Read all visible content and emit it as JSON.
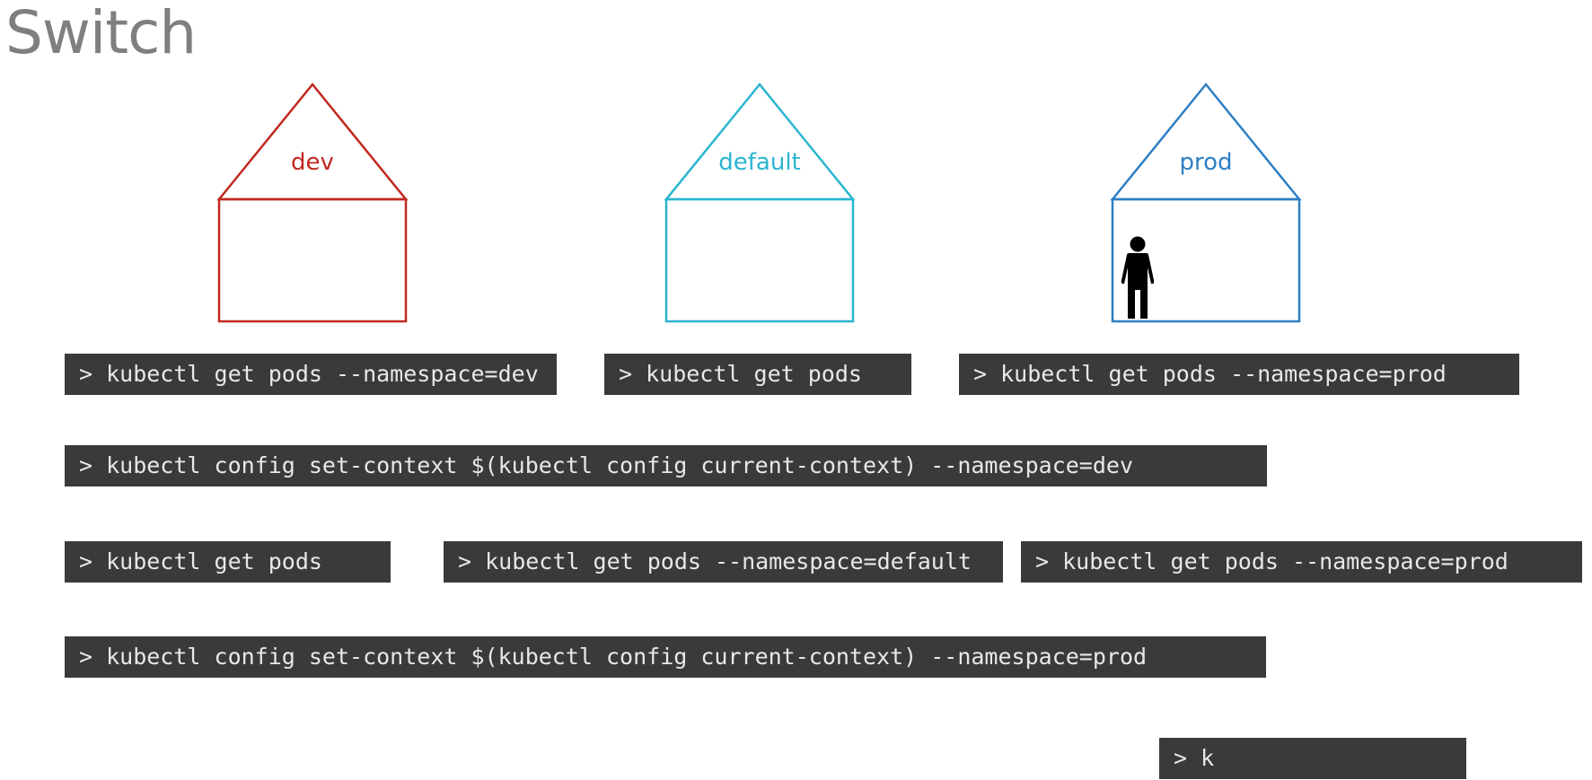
{
  "title": "Switch",
  "namespaces": [
    {
      "id": "dev",
      "label": "dev",
      "color": "#c0281e"
    },
    {
      "id": "default",
      "label": "default",
      "color": "#2ab5cf"
    },
    {
      "id": "prod",
      "label": "prod",
      "color": "#2e7fc4"
    }
  ],
  "user_location": "prod",
  "commands": [
    "> kubectl get pods --namespace=dev",
    "> kubectl get pods",
    "> kubectl get pods --namespace=prod",
    "> kubectl config set-context $(kubectl config current-context) --namespace=dev",
    "> kubectl get pods",
    "> kubectl get pods --namespace=default",
    "> kubectl get pods --namespace=prod",
    "> kubectl config set-context $(kubectl config current-context) --namespace=prod",
    "> k"
  ]
}
